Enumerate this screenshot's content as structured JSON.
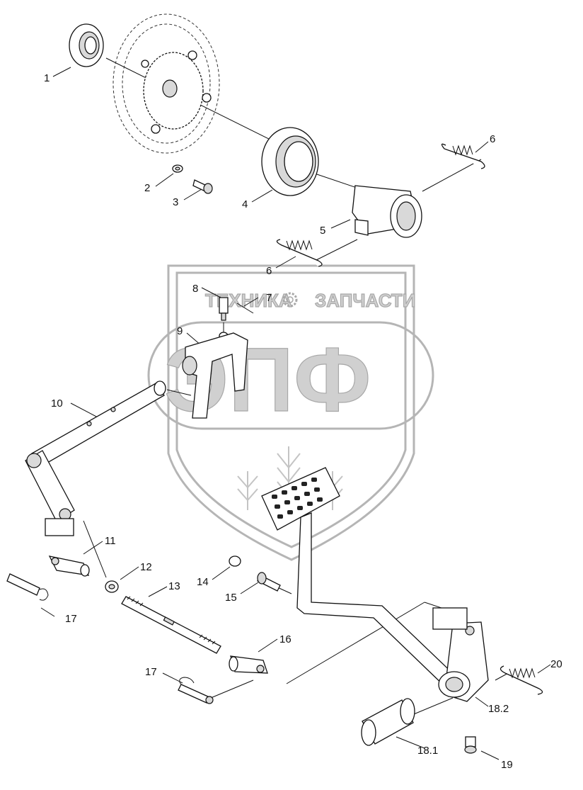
{
  "watermark": {
    "line1": "ТЕХНИКА",
    "line2": "ЗАПЧАСТИ",
    "logo": "ЭПФ"
  },
  "callouts": [
    "1",
    "2",
    "3",
    "4",
    "5",
    "6",
    "6",
    "8",
    "7",
    "9",
    "10",
    "11",
    "12",
    "13",
    "14",
    "15",
    "16",
    "17",
    "17",
    "18.1",
    "18.2",
    "19",
    "20"
  ]
}
